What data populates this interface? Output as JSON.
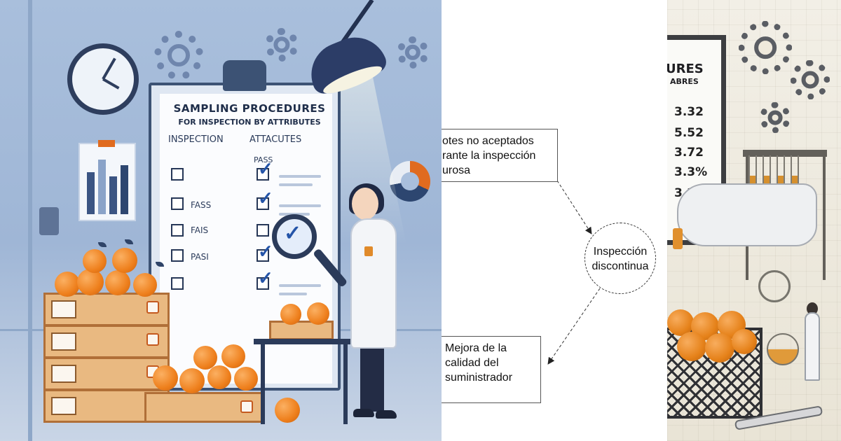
{
  "left_panel": {
    "title_line1": "SAMPLING PROCEDURES",
    "title_line2": "FOR INSPECTION BY ATTRIBUTES",
    "col_left": "INSPECTION",
    "col_right": "ATTACUTES",
    "pass_header": "PASS",
    "row_labels": [
      "FASS",
      "FAIS",
      "PASI"
    ]
  },
  "diagram": {
    "box_top": [
      "otes no aceptados",
      "rante la inspección",
      "urosa"
    ],
    "circle": [
      "Inspección",
      "discontinua"
    ],
    "box_bottom": [
      "Mejora de la",
      "calidad del",
      "suministrador"
    ]
  },
  "right_panel": {
    "board_title1": "URES",
    "board_title2": "ABRES",
    "values": [
      "3.32",
      "5.52",
      "3.72",
      "3.3%",
      "3.22"
    ]
  },
  "colors": {
    "left_bg": "#a9bfdc",
    "navy": "#2b3b5a",
    "orange": "#ee7f1c",
    "check_blue": "#2454a8",
    "paper_bg": "#f2efe6"
  }
}
